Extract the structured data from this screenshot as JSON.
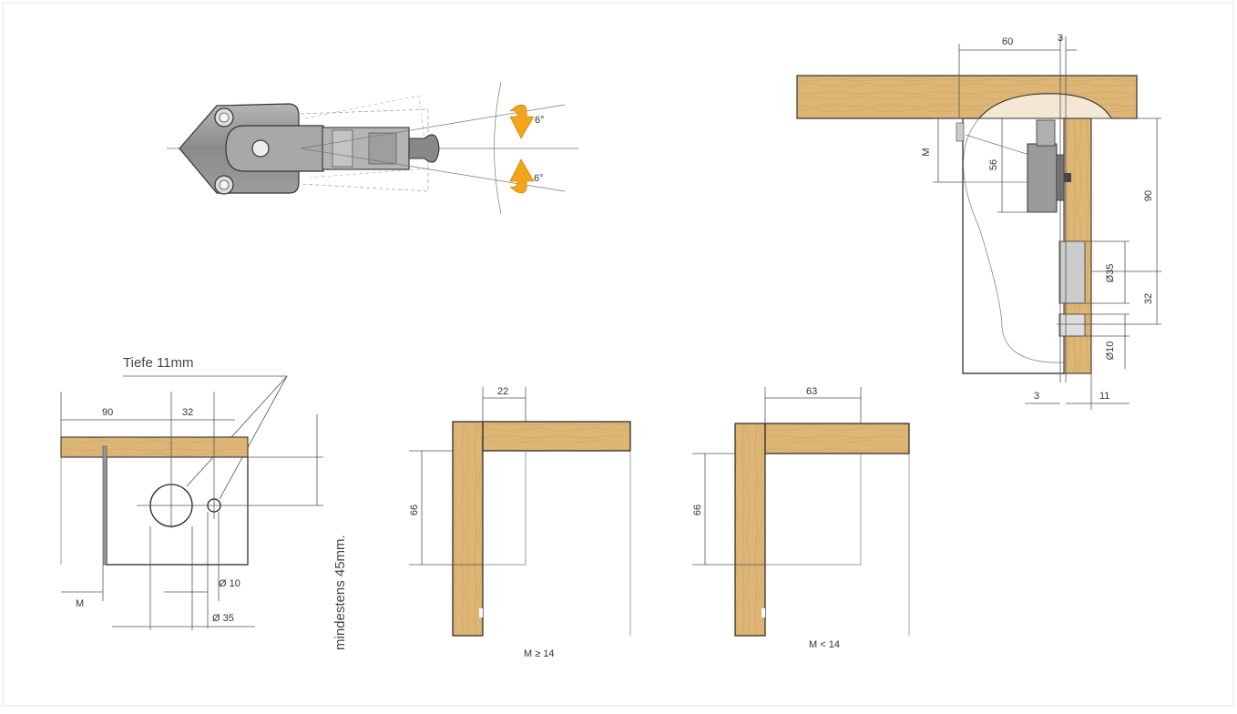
{
  "colors": {
    "wood": "#ddb574",
    "wood_dark": "#c69a55",
    "arrow": "#f2a51a",
    "border": "#e6e6e6"
  },
  "hinge_top": {
    "angle_up": "6°",
    "angle_down": "6°"
  },
  "install_section": {
    "dim_width": "60",
    "dim_gap": "3",
    "dim_m": "M",
    "dim_56": "56",
    "dim_90": "90",
    "dim_d35": "Ø35",
    "dim_32": "32",
    "dim_d10": "Ø10",
    "dim_bottom_3": "3",
    "dim_bottom_11": "11"
  },
  "drilling": {
    "depth_note": "Tiefe 11mm",
    "dim_90": "90",
    "dim_32": "32",
    "dim_m": "M",
    "dim_d10": "Ø 10",
    "dim_d35": "Ø 35",
    "min_note": "mindestens 45mm."
  },
  "corner_a": {
    "dim_22": "22",
    "dim_66": "66",
    "caption": "M ≥ 14"
  },
  "corner_b": {
    "dim_63": "63",
    "dim_66": "66",
    "caption": "M < 14"
  }
}
